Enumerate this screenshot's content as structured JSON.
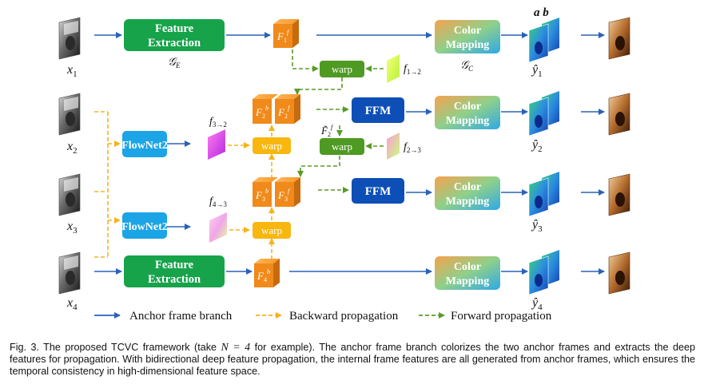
{
  "inputs": [
    {
      "name": "x",
      "sub": "1"
    },
    {
      "name": "x",
      "sub": "2"
    },
    {
      "name": "x",
      "sub": "3"
    },
    {
      "name": "x",
      "sub": "4"
    }
  ],
  "outputs": [
    {
      "name": "ŷ",
      "sub": "1"
    },
    {
      "name": "ŷ",
      "sub": "2"
    },
    {
      "name": "ŷ",
      "sub": "3"
    },
    {
      "name": "ŷ",
      "sub": "4"
    }
  ],
  "boxes": {
    "feature_extraction_line1": "Feature",
    "feature_extraction_line2": "Extraction",
    "color_mapping_line1": "Color",
    "color_mapping_line2": "Mapping",
    "flownet": "FlowNet2",
    "ffm": "FFM",
    "warp": "warp"
  },
  "symbols": {
    "g_e": "𝒢",
    "g_e_sub": "E",
    "g_c": "𝒢",
    "g_c_sub": "C",
    "ab": "a b",
    "feat_f": "F",
    "sup_f": "f",
    "sup_b": "b",
    "sub_1": "1",
    "sub_2": "2",
    "sub_3": "3",
    "sub_4": "4",
    "flow_f": "f",
    "flow_1_2": "1→2",
    "flow_3_2": "3→2",
    "flow_4_3": "4→3",
    "flow_2_3": "2→3",
    "tilde_f": "F̃",
    "tilde_sub": "2",
    "tilde_sup": "f"
  },
  "legend": [
    {
      "label": "Anchor frame branch",
      "color": "#2a62b8",
      "style": "solid"
    },
    {
      "label": "Backward propagation",
      "color": "#f6b31a",
      "style": "dashed"
    },
    {
      "label": "Forward propagation",
      "color": "#5a9a28",
      "style": "dashed"
    }
  ],
  "caption": {
    "part1": "Fig. 3.  The proposed TCVC framework (take ",
    "math": "N = 4",
    "part2": " for example). The anchor frame branch colorizes the two anchor frames and extracts the deep features for propagation. With bidirectional deep feature propagation, the internal frame features are all generated from anchor frames, which ensures the temporal consistency in high-dimensional feature space."
  },
  "colors": {
    "anchor": "#2a62b8",
    "backward": "#f6b31a",
    "forward": "#5a9a28",
    "feature_box": "#16a34a",
    "flownet_box": "#1ba4e6",
    "ffm_box": "#0d4fb6",
    "warp_yellow": "#f7b70f",
    "warp_green": "#4f9a22",
    "cube_face": "#f08a1a"
  }
}
